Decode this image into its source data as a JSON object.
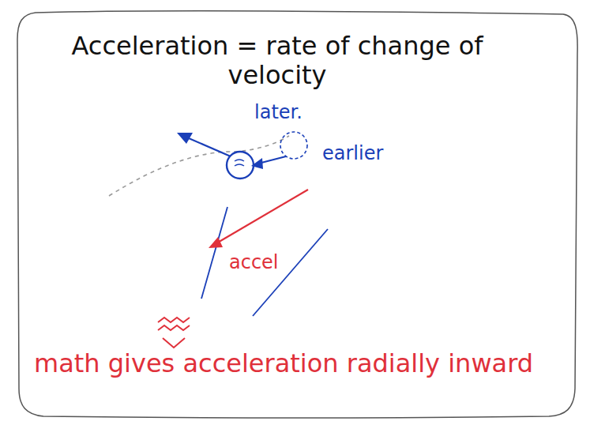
{
  "diagram": {
    "nodes": [
      {
        "text": [
          "Acceleration = rate of change of velocity",
          "math gives acceleration radially inward"
        ]
      }
    ],
    "labels": [
      "later.",
      "earlier",
      "accel"
    ]
  }
}
